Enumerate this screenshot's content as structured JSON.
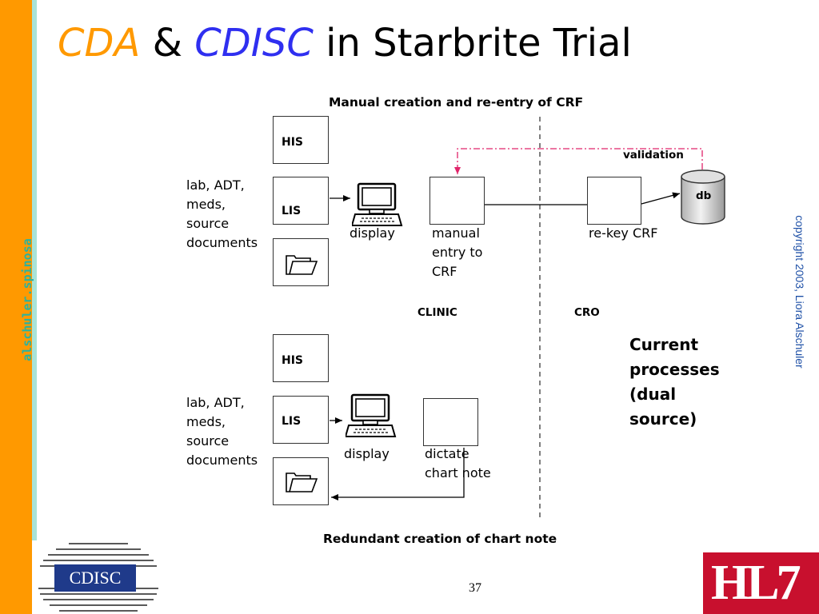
{
  "title": {
    "part1": "CDA",
    "part2": " & ",
    "part3": "CDISC",
    "part4": " in Starbrite Trial"
  },
  "side_text": "alschuler.spinosa",
  "copyright": "copyright 2003, Liora Alschuler",
  "top_diagram": {
    "heading": "Manual creation and re-entry of CRF",
    "his": "HIS",
    "lis": "LIS",
    "sources": [
      "lab, ADT,",
      "meds,",
      "source",
      "documents"
    ],
    "display": "display",
    "manual_entry": [
      "manual",
      "entry to",
      "CRF"
    ],
    "rekey": "re-key CRF",
    "validation": "validation",
    "db": "db"
  },
  "zones": {
    "clinic": "CLINIC",
    "cro": "CRO"
  },
  "bottom_diagram": {
    "his": "HIS",
    "lis": "LIS",
    "sources": [
      "lab, ADT,",
      "meds,",
      "source",
      "documents"
    ],
    "display": "display",
    "dictate": [
      "dictate",
      "chart note"
    ],
    "heading": "Redundant creation of chart note"
  },
  "current_processes": [
    "Current",
    "processes",
    "(dual",
    "source)"
  ],
  "page_number": "37",
  "logos": {
    "cdisc": "CDISC",
    "hl7": "HL7"
  },
  "colors": {
    "orange": "#ff9900",
    "teal": "#2ab3a0",
    "blue": "#2f2ff0",
    "copyright_blue": "#1d4fa6",
    "validation_pink": "#e0246a",
    "hl7_red": "#c8102e"
  }
}
